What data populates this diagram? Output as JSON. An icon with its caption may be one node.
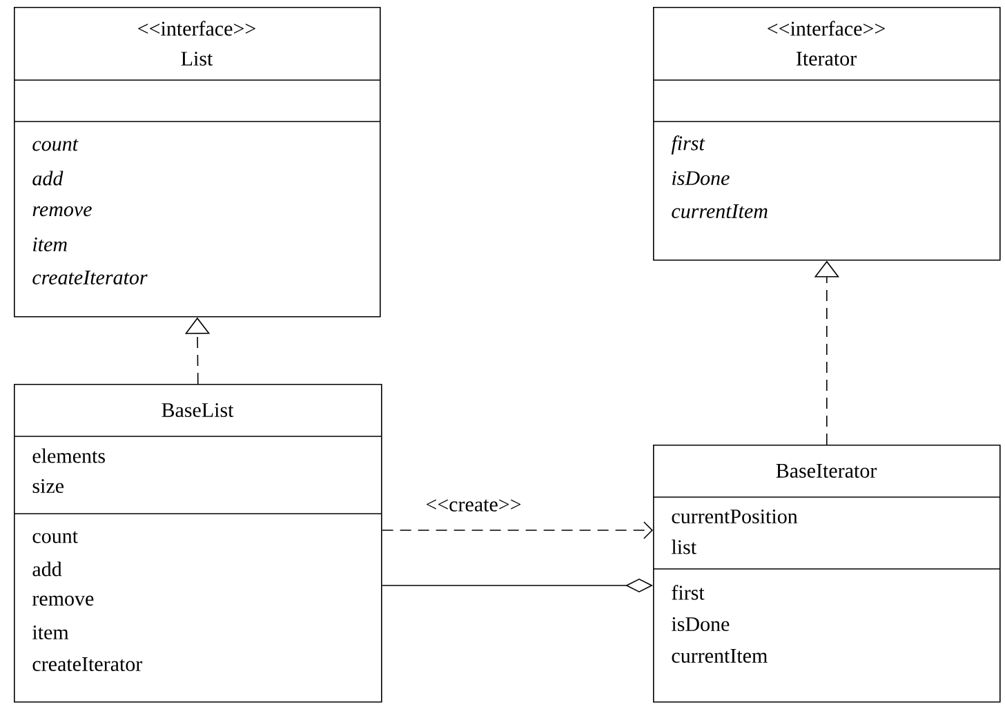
{
  "diagram": {
    "nodes": [
      {
        "text": [
          "<<interface>>",
          "List",
          "count",
          "add",
          "remove",
          "item",
          "createIterator"
        ]
      },
      {
        "text": [
          "<<interface>>",
          "Iterator",
          "first",
          "isDone",
          "currentItem"
        ]
      },
      {
        "text": [
          "BaseList",
          "elements",
          "size",
          "count",
          "add",
          "remove",
          "item",
          "createIterator"
        ]
      },
      {
        "text": [
          "BaseIterator",
          "currentPosition",
          "list",
          "first",
          "isDone",
          "currentItem"
        ]
      }
    ],
    "edges": [
      {
        "from": 2,
        "to": 0,
        "arrow": "to",
        "style": "dashed"
      },
      {
        "from": 3,
        "to": 1,
        "arrow": "to",
        "style": "dashed"
      },
      {
        "from": 2,
        "to": 3,
        "arrow": "to",
        "style": "dashed",
        "label": "<<create>>"
      },
      {
        "from": 2,
        "to": 3,
        "arrow": "other"
      }
    ]
  }
}
